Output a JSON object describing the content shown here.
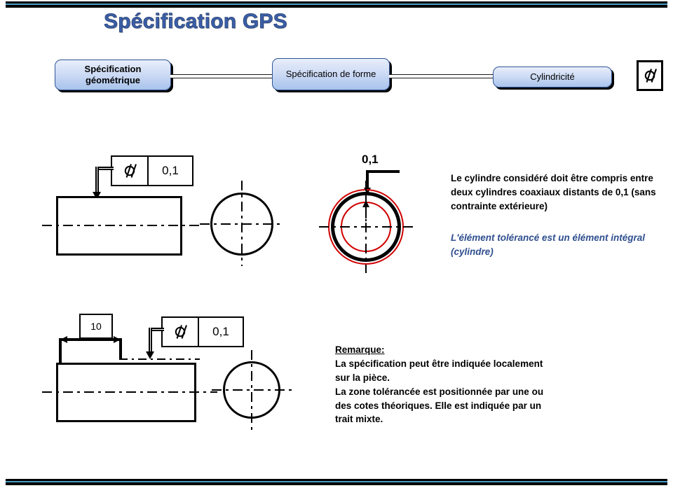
{
  "slide": {
    "title": "Spécification GPS",
    "accent_bar_color": "#4B9CC4",
    "title_color": "#3A5FA8",
    "tolerance_zone_color": "#d00000"
  },
  "chain": {
    "boxes": [
      {
        "label": "Spécification géométrique"
      },
      {
        "label": "Spécification de forme"
      },
      {
        "label": "Cylindricité"
      }
    ],
    "symbol_name": "cylindricity-symbol"
  },
  "example_top": {
    "fcf": {
      "symbol": "cylindricity-symbol",
      "tolerance": "0,1"
    },
    "zone_label": "0,1",
    "note_black": "Le cylindre considéré doit être compris entre deux cylindres coaxiaux distants de 0,1 (sans contrainte extérieure)",
    "note_blue": "L'élément tolérancé est un élément intégral (cylindre)"
  },
  "example_bottom": {
    "ted": "10",
    "fcf": {
      "symbol": "cylindricity-symbol",
      "tolerance": "0,1"
    },
    "remark_title": "Remarque:",
    "remark_body": "La spécification peut être indiquée localement sur la pièce.\nLa zone tolérancée est positionnée par une ou des cotes théoriques. Elle est indiquée par un trait mixte."
  }
}
